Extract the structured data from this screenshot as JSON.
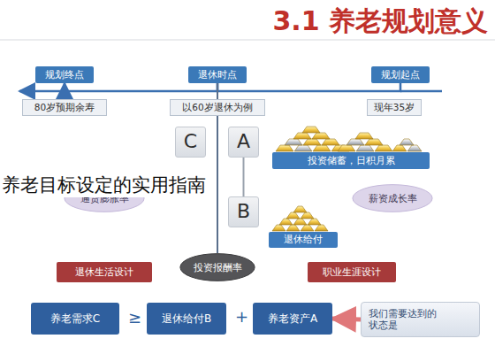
{
  "diagram": {
    "title": "3.1 养老规划意义",
    "nodes": [
      {
        "text": [
          "规划终点"
        ]
      },
      {
        "text": [
          "退休时点"
        ]
      },
      {
        "text": [
          "规划起点"
        ]
      },
      {
        "text": [
          "80岁预期余寿"
        ]
      },
      {
        "text": [
          "以60岁退休为例"
        ]
      },
      {
        "text": [
          "现年35岁"
        ]
      },
      {
        "text": [
          "C"
        ]
      },
      {
        "text": [
          "A"
        ]
      },
      {
        "text": [
          "投资储蓄，日积月累"
        ]
      },
      {
        "text": [
          "通货膨胀率"
        ]
      },
      {
        "text": [
          "B"
        ]
      },
      {
        "text": [
          "薪资成长率"
        ]
      },
      {
        "text": [
          "退休给付"
        ]
      },
      {
        "text": [
          "退休生活设计"
        ]
      },
      {
        "text": [
          "投资报酬率"
        ]
      },
      {
        "text": [
          "职业生涯设计"
        ]
      },
      {
        "text": [
          "养老需求C"
        ]
      },
      {
        "text": [
          "退休给付B"
        ]
      },
      {
        "text": [
          "养老资产A"
        ]
      },
      {
        "text": [
          "我们需要达到的状态是"
        ]
      }
    ],
    "edges": [
      {
        "from": 2,
        "to": 1,
        "arrow": "none"
      },
      {
        "from": 1,
        "to": 0,
        "arrow": "to"
      },
      {
        "from": 1,
        "to": 14,
        "arrow": "none"
      },
      {
        "from": 7,
        "to": 10,
        "arrow": "none"
      },
      {
        "from": 19,
        "to": 18,
        "arrow": "to"
      }
    ],
    "labels": [
      "养老目标设定的实用指南",
      "≥",
      "+"
    ]
  }
}
